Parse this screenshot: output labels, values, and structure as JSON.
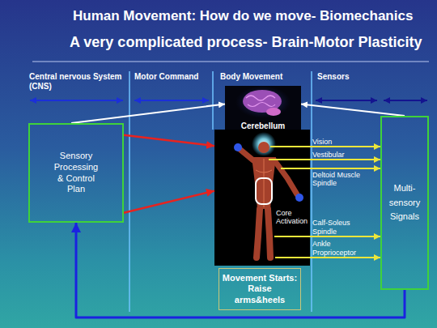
{
  "diagram": {
    "title": "Human Movement: How do we move- Biomechanics",
    "nodes": [
      {
        "text": [
          "Sensory Processing & Control Plan"
        ]
      },
      {
        "text": [
          "Cerebellum"
        ]
      },
      {
        "text": [
          "Core Activation"
        ]
      },
      {
        "text": [
          "Movement Starts: Raise arms&heels"
        ]
      },
      {
        "text": [
          "Multi- sensory Signals"
        ]
      }
    ],
    "edges": [
      {
        "from": 0,
        "to": 1,
        "arrow": "to"
      },
      {
        "from": 4,
        "to": 1,
        "arrow": "to"
      },
      {
        "from": 0,
        "to": 2,
        "arrow": "to"
      },
      {
        "from": 0,
        "to": 2,
        "arrow": "to"
      },
      {
        "from": 2,
        "to": 4,
        "label": "Vision",
        "arrow": "to"
      },
      {
        "from": 2,
        "to": 4,
        "label": "Vestibular",
        "arrow": "to"
      },
      {
        "from": 2,
        "to": 4,
        "label": "Deltoid Muscle Spindle",
        "arrow": "to"
      },
      {
        "from": 2,
        "to": 4,
        "label": "Calf-Soleus Spindle",
        "arrow": "to"
      },
      {
        "from": 2,
        "to": 4,
        "label": "Ankle Proprioceptor",
        "arrow": "to"
      },
      {
        "from": 4,
        "to": 0,
        "arrow": "to"
      }
    ],
    "labels": [
      "A very complicated process- Brain-Motor Plasticity",
      "Central nervous System (CNS)",
      "Motor Command",
      "Body Movement",
      "Sensors"
    ]
  }
}
